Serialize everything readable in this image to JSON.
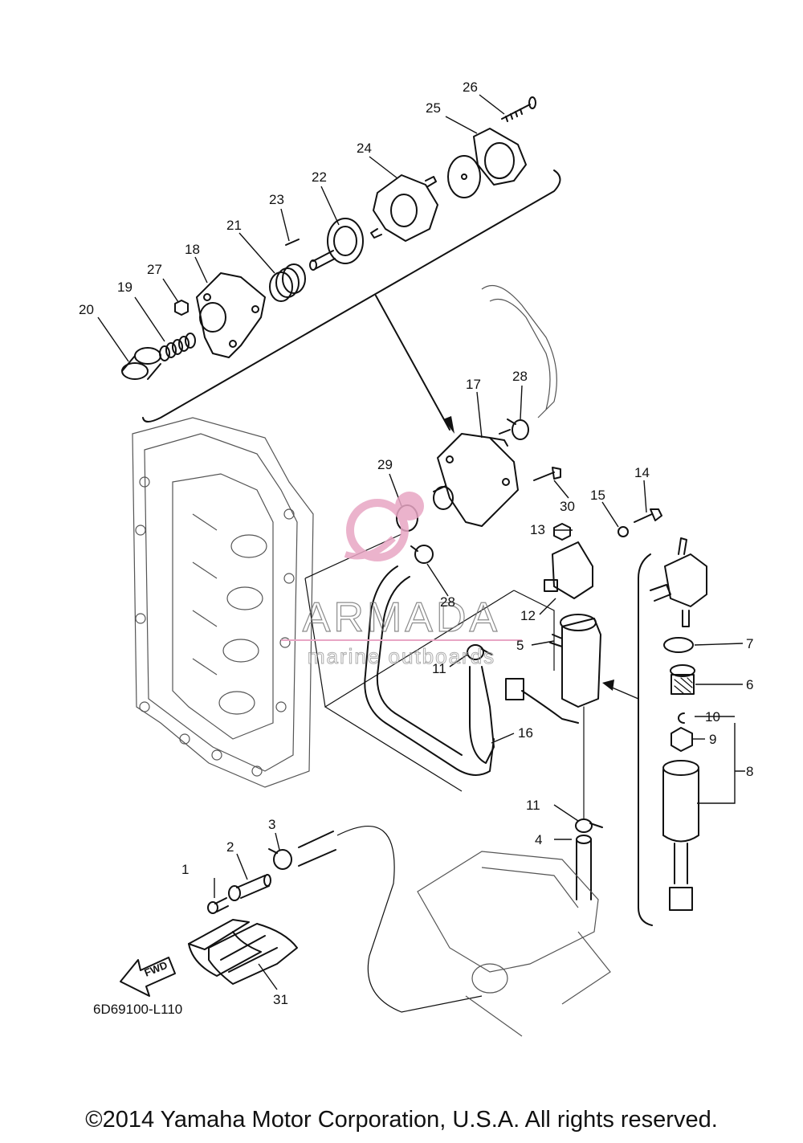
{
  "diagram": {
    "part_labels": [
      "1",
      "2",
      "3",
      "4",
      "5",
      "6",
      "7",
      "8",
      "9",
      "10",
      "11",
      "11",
      "12",
      "13",
      "14",
      "15",
      "16",
      "17",
      "18",
      "19",
      "20",
      "21",
      "22",
      "23",
      "24",
      "25",
      "26",
      "27",
      "28",
      "28",
      "29",
      "30",
      "31"
    ],
    "fwd_label": "FWD",
    "diagram_code": "6D69100-L110"
  },
  "watermark": {
    "brand": "ARMADA",
    "tagline": "marine outboards",
    "accent_color": "#e8a6c4"
  },
  "footer": {
    "copyright": "©2014 Yamaha Motor Corporation, U.S.A. All rights reserved."
  }
}
